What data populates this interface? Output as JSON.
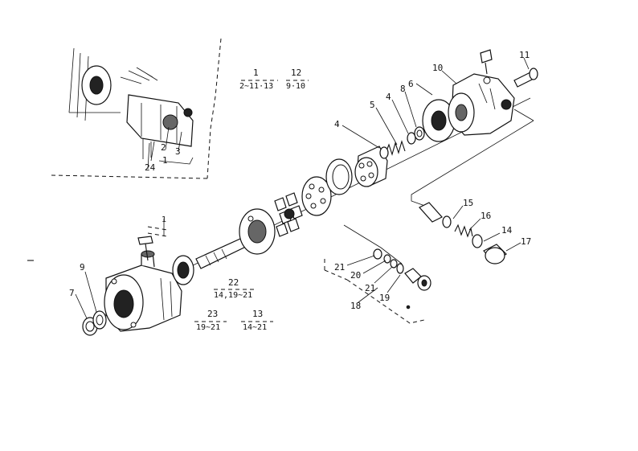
{
  "callouts": {
    "c1": "1",
    "c2": "2",
    "c3": "3",
    "c4a": "4",
    "c4b": "4",
    "c5": "5",
    "c6": "6",
    "c7": "7",
    "c8": "8",
    "c9": "9",
    "c10": "10",
    "c11": "11",
    "c12": "12",
    "c13": "13",
    "c14": "14",
    "c15": "15",
    "c16": "16",
    "c17": "17",
    "c18": "18",
    "c19": "19",
    "c20": "20",
    "c21a": "21",
    "c21b": "21",
    "c22": "22",
    "c23": "23",
    "c24": "24",
    "cmark": "1"
  },
  "kits": {
    "k1": {
      "num": "1",
      "range": "2~11·13"
    },
    "k12": {
      "num": "12",
      "range": "9·10"
    },
    "k22": {
      "num": "22",
      "range": "14,19~21"
    },
    "k23": {
      "num": "23",
      "range": "19~21"
    },
    "k13": {
      "num": "13",
      "range": "14~21"
    }
  }
}
